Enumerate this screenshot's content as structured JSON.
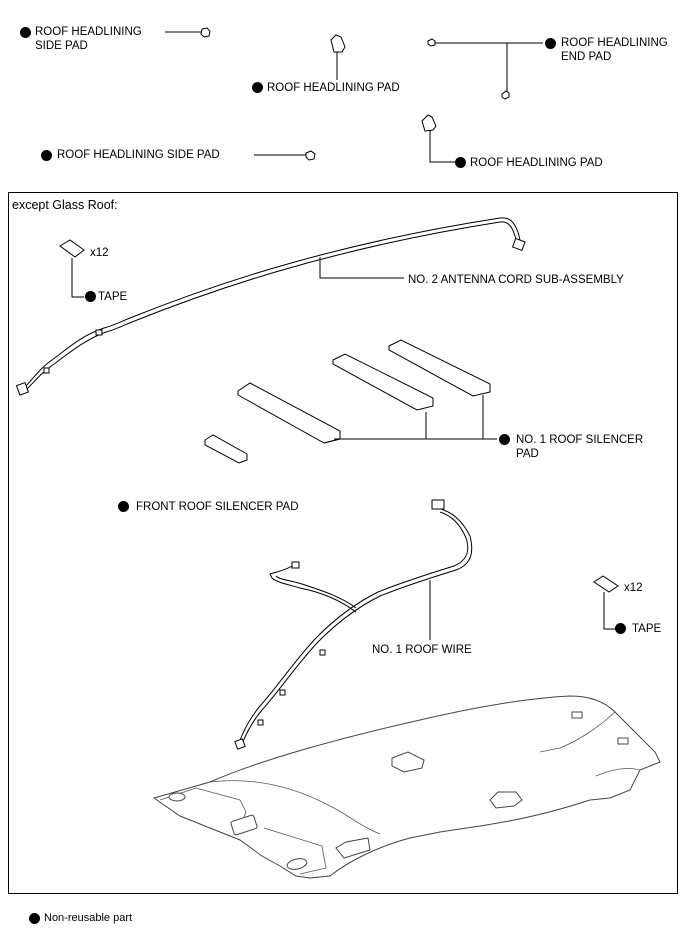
{
  "labels": {
    "side_pad_1_line1": "ROOF HEADLINING",
    "side_pad_1_line2": "SIDE PAD",
    "headlining_pad_1": "ROOF HEADLINING PAD",
    "end_pad_line1": "ROOF HEADLINING",
    "end_pad_line2": "END PAD",
    "side_pad_2": "ROOF HEADLINING SIDE PAD",
    "headlining_pad_2": "ROOF HEADLINING PAD"
  },
  "box": {
    "title": "except Glass Roof:",
    "tape_qty_1": "x12",
    "tape_1": "TAPE",
    "antenna_cord": "NO. 2 ANTENNA CORD SUB-ASSEMBLY",
    "silencer_pad_line1": "NO. 1 ROOF SILENCER",
    "silencer_pad_line2": "PAD",
    "front_silencer_pad": "FRONT ROOF SILENCER PAD",
    "tape_qty_2": "x12",
    "tape_2": "TAPE",
    "roof_wire": "NO. 1 ROOF WIRE"
  },
  "legend": {
    "text": "Non-reusable part"
  },
  "colors": {
    "ink": "#000000",
    "background": "#ffffff"
  }
}
